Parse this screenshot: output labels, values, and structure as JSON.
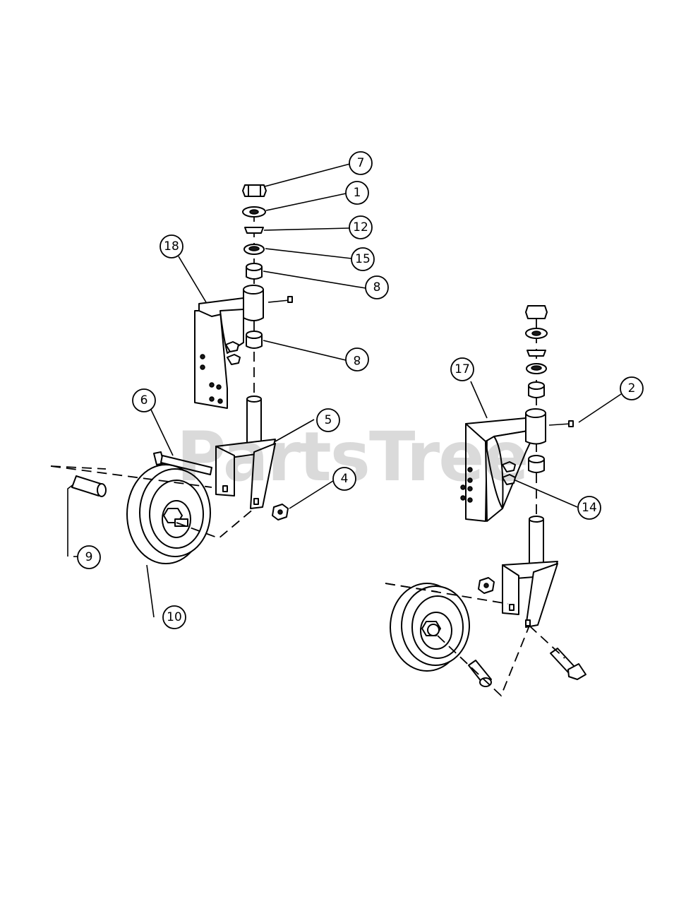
{
  "watermark": "PartsTree",
  "callouts": {
    "c7": "7",
    "c1": "1",
    "c12": "12",
    "c15": "15",
    "c8a": "8",
    "c8b": "8",
    "c18": "18",
    "c6": "6",
    "c5": "5",
    "c4": "4",
    "c9": "9",
    "c10": "10",
    "c17": "17",
    "c2": "2",
    "c14": "14"
  },
  "colors": {
    "line": "#000000",
    "background": "#ffffff",
    "watermark": "#c8c8c8"
  }
}
